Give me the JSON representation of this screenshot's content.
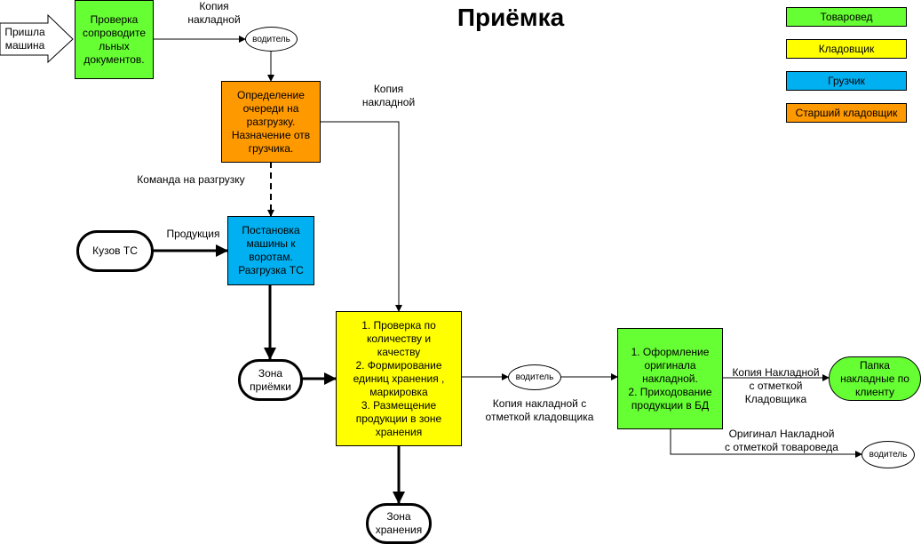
{
  "title": "Приёмка",
  "colors": {
    "tovaroved": "#66ff33",
    "kladovshik": "#ffff00",
    "gruzchik": "#00b0f0",
    "starshiy": "#ff9900"
  },
  "legend": [
    {
      "label": "Товаровед",
      "role": "tovaroved"
    },
    {
      "label": "Кладовщик",
      "role": "kladovshik"
    },
    {
      "label": "Грузчик",
      "role": "gruzchik"
    },
    {
      "label": "Старший кладовщик",
      "role": "starshiy"
    }
  ],
  "nodes": {
    "arrived": "Пришла\nмашина",
    "check_docs": "Проверка\nсопроводите\nльных\nдокументов.",
    "driver_top": "водитель",
    "queue": "Определение\nочереди на\nразгрузку.\nНазначение отв\nгрузчика.",
    "truck_body": "Кузов ТС",
    "unload": "Постановка\nмашины к\nворотам.\nРазгрузка ТС",
    "receive_zone": "Зона\nприёмки",
    "check_qty": "1. Проверка по\nколичеству и\nкачеству\n2. Формирование\nединиц хранения ,\nмаркировка\n3. Размещение\nпродукции в зоне\nхранения",
    "storage_zone": "Зона\nхранения",
    "driver_mid": "водитель",
    "register": "1. Оформление\nоригинала\nнакладной.\n2. Приходование\nпродукции в БД",
    "folder": "Папка\nнакладные по\nклиенту",
    "driver_bottom": "водитель"
  },
  "edge_labels": {
    "copy_invoice_1": "Копия\nнакладной",
    "copy_invoice_2": "Копия\nнакладной",
    "unload_command": "Команда на разгрузку",
    "products": "Продукция",
    "copy_with_storekeeper_mark": "Копия накладной с\nотметкой кладовщика",
    "copy_invoice_storekeeper": "Копия Накладной\nс отметкой\nКладовщика",
    "original_invoice": "Оригинал Накладной\nс отметкой товароведа"
  }
}
